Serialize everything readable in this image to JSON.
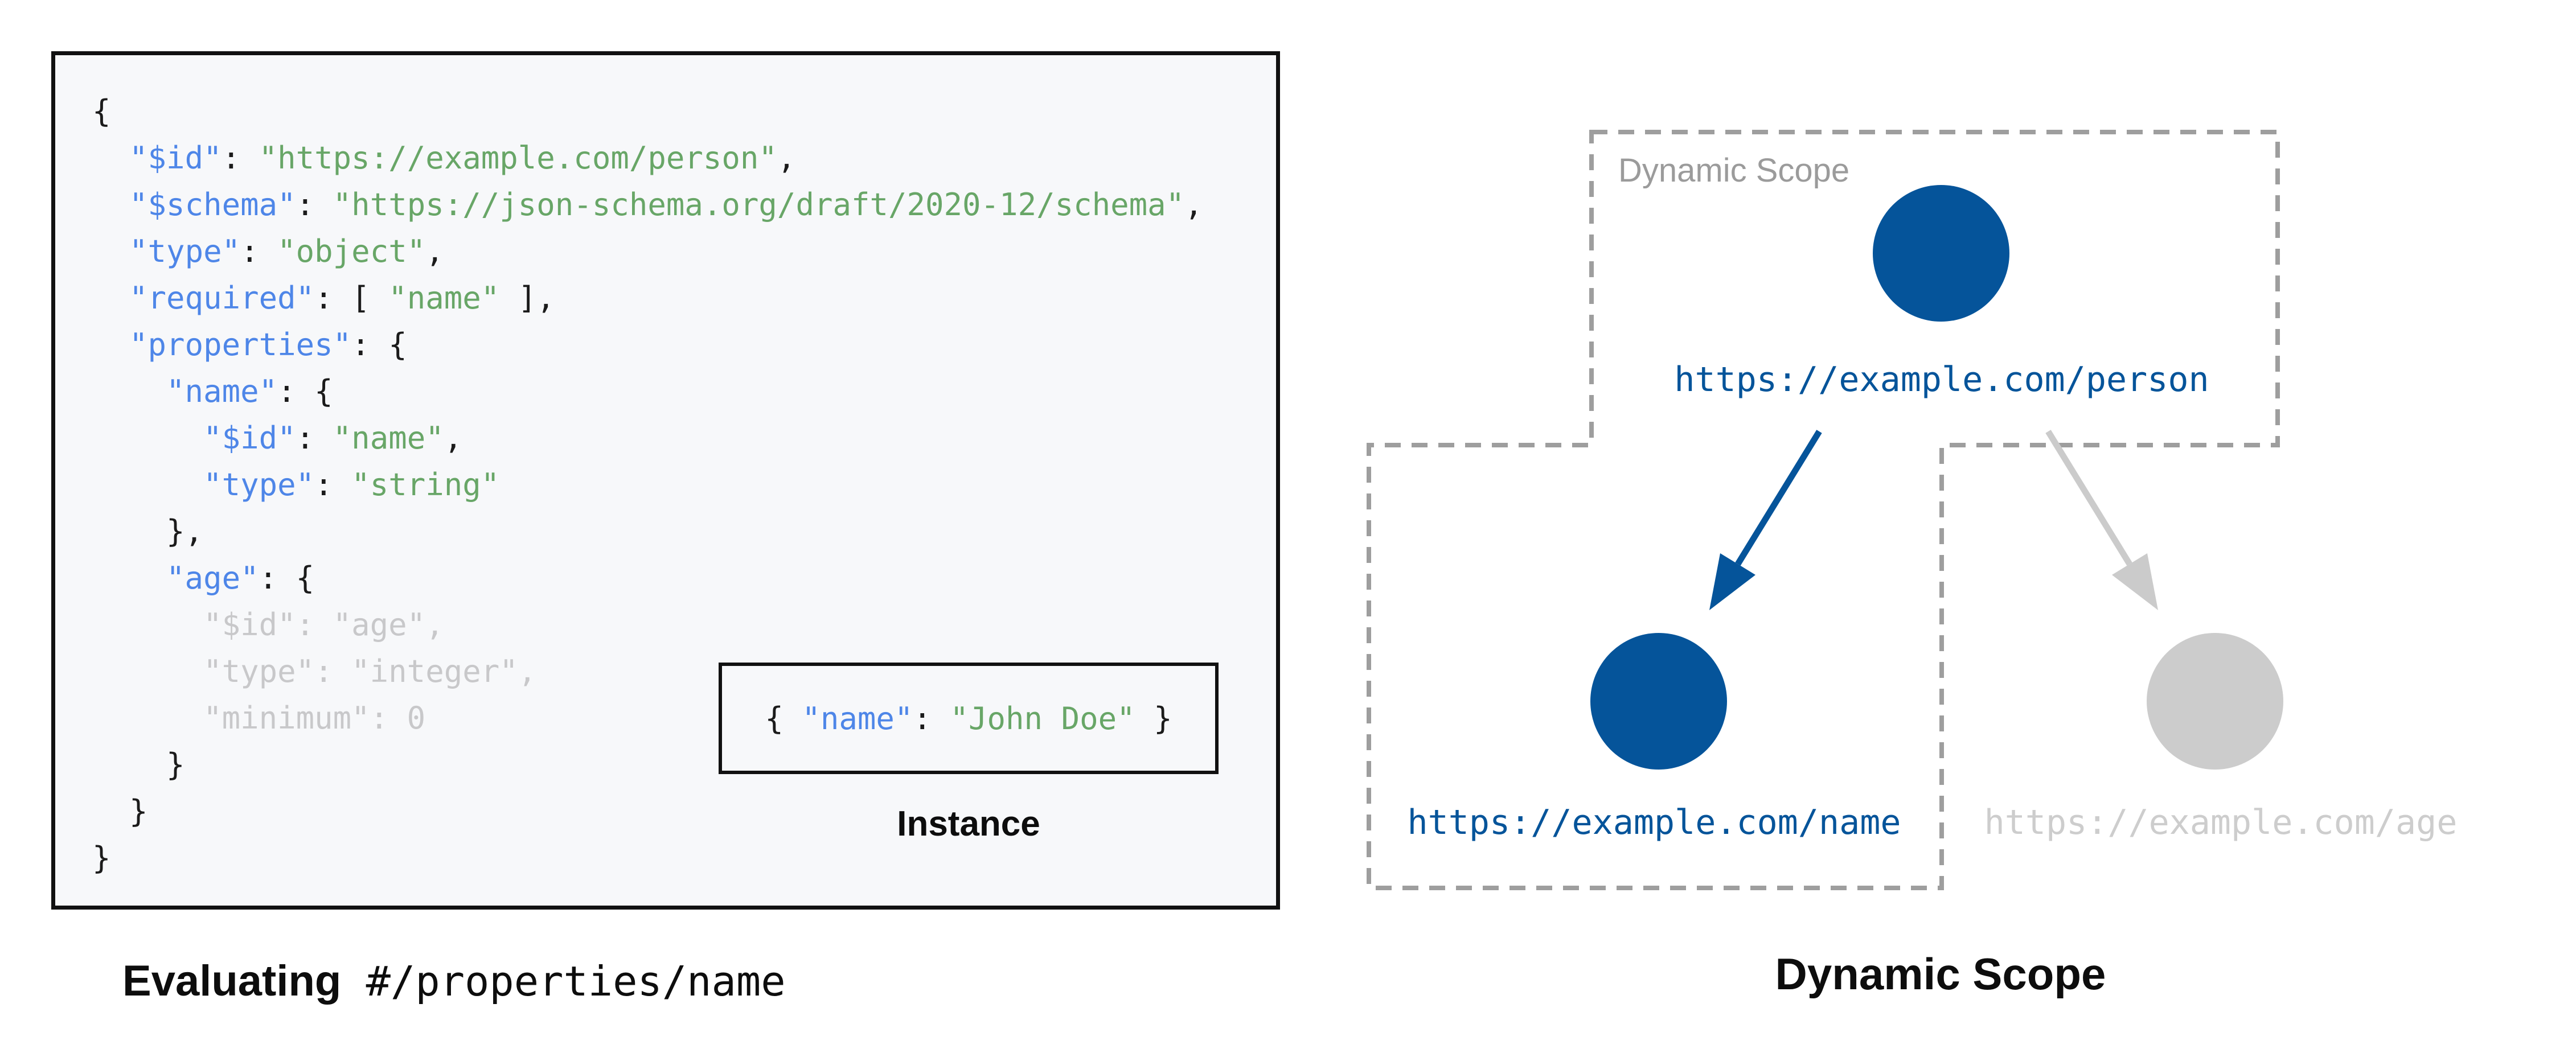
{
  "palette": {
    "page_background": "#ffffff",
    "code_panel_background": "#f7f8fa",
    "panel_border": "#111111",
    "code_key_blue": "#4e86e8",
    "code_string_green": "#68a667",
    "code_muted_gray": "#c8c8ca",
    "node_blue": "#05549a",
    "node_gray": "#cccccc",
    "dashed_border_gray": "#9e9e9e",
    "scope_label_gray": "#9b9b9b",
    "muted_url_gray": "#cdcdcd"
  },
  "schema_panel": {
    "code_lines": [
      [
        [
          "punct",
          "{"
        ]
      ],
      [
        [
          "punct",
          "  "
        ],
        [
          "key",
          "\"$id\""
        ],
        [
          "punct",
          ": "
        ],
        [
          "string",
          "\"https://example.com/person\""
        ],
        [
          "punct",
          ","
        ]
      ],
      [
        [
          "punct",
          "  "
        ],
        [
          "key",
          "\"$schema\""
        ],
        [
          "punct",
          ": "
        ],
        [
          "string",
          "\"https://json-schema.org/draft/2020-12/schema\""
        ],
        [
          "punct",
          ","
        ]
      ],
      [
        [
          "punct",
          "  "
        ],
        [
          "key",
          "\"type\""
        ],
        [
          "punct",
          ": "
        ],
        [
          "string",
          "\"object\""
        ],
        [
          "punct",
          ","
        ]
      ],
      [
        [
          "punct",
          "  "
        ],
        [
          "key",
          "\"required\""
        ],
        [
          "punct",
          ": [ "
        ],
        [
          "string",
          "\"name\""
        ],
        [
          "punct",
          " ],"
        ]
      ],
      [
        [
          "punct",
          "  "
        ],
        [
          "key",
          "\"properties\""
        ],
        [
          "punct",
          ": {"
        ]
      ],
      [
        [
          "punct",
          "    "
        ],
        [
          "key",
          "\"name\""
        ],
        [
          "punct",
          ": {"
        ]
      ],
      [
        [
          "punct",
          "      "
        ],
        [
          "key",
          "\"$id\""
        ],
        [
          "punct",
          ": "
        ],
        [
          "string",
          "\"name\""
        ],
        [
          "punct",
          ","
        ]
      ],
      [
        [
          "punct",
          "      "
        ],
        [
          "key",
          "\"type\""
        ],
        [
          "punct",
          ": "
        ],
        [
          "string",
          "\"string\""
        ]
      ],
      [
        [
          "punct",
          "    },"
        ]
      ],
      [
        [
          "punct",
          "    "
        ],
        [
          "key",
          "\"age\""
        ],
        [
          "punct",
          ": {"
        ]
      ],
      [
        [
          "muted",
          "      \"$id\": \"age\","
        ]
      ],
      [
        [
          "muted",
          "      \"type\": \"integer\","
        ]
      ],
      [
        [
          "muted",
          "      \"minimum\": 0"
        ]
      ],
      [
        [
          "punct",
          "    }"
        ]
      ],
      [
        [
          "punct",
          "  }"
        ]
      ],
      [
        [
          "punct",
          "}"
        ]
      ]
    ],
    "instance": {
      "tokens": [
        [
          [
            "punct",
            "{ "
          ],
          [
            "key",
            "\"name\""
          ],
          [
            "punct",
            ": "
          ],
          [
            "string",
            "\"John Doe\""
          ],
          [
            "punct",
            " }"
          ]
        ]
      ],
      "label": "Instance"
    },
    "caption": {
      "bold": "Evaluating",
      "mono": " #/properties/name"
    }
  },
  "scope_panel": {
    "scope_label": "Dynamic Scope",
    "nodes": [
      {
        "id": "person",
        "url": "https://example.com/person",
        "state": "in-scope"
      },
      {
        "id": "name",
        "url": "https://example.com/name",
        "state": "in-scope"
      },
      {
        "id": "age",
        "url": "https://example.com/age",
        "state": "out-of-scope"
      }
    ],
    "caption": "Dynamic Scope"
  }
}
